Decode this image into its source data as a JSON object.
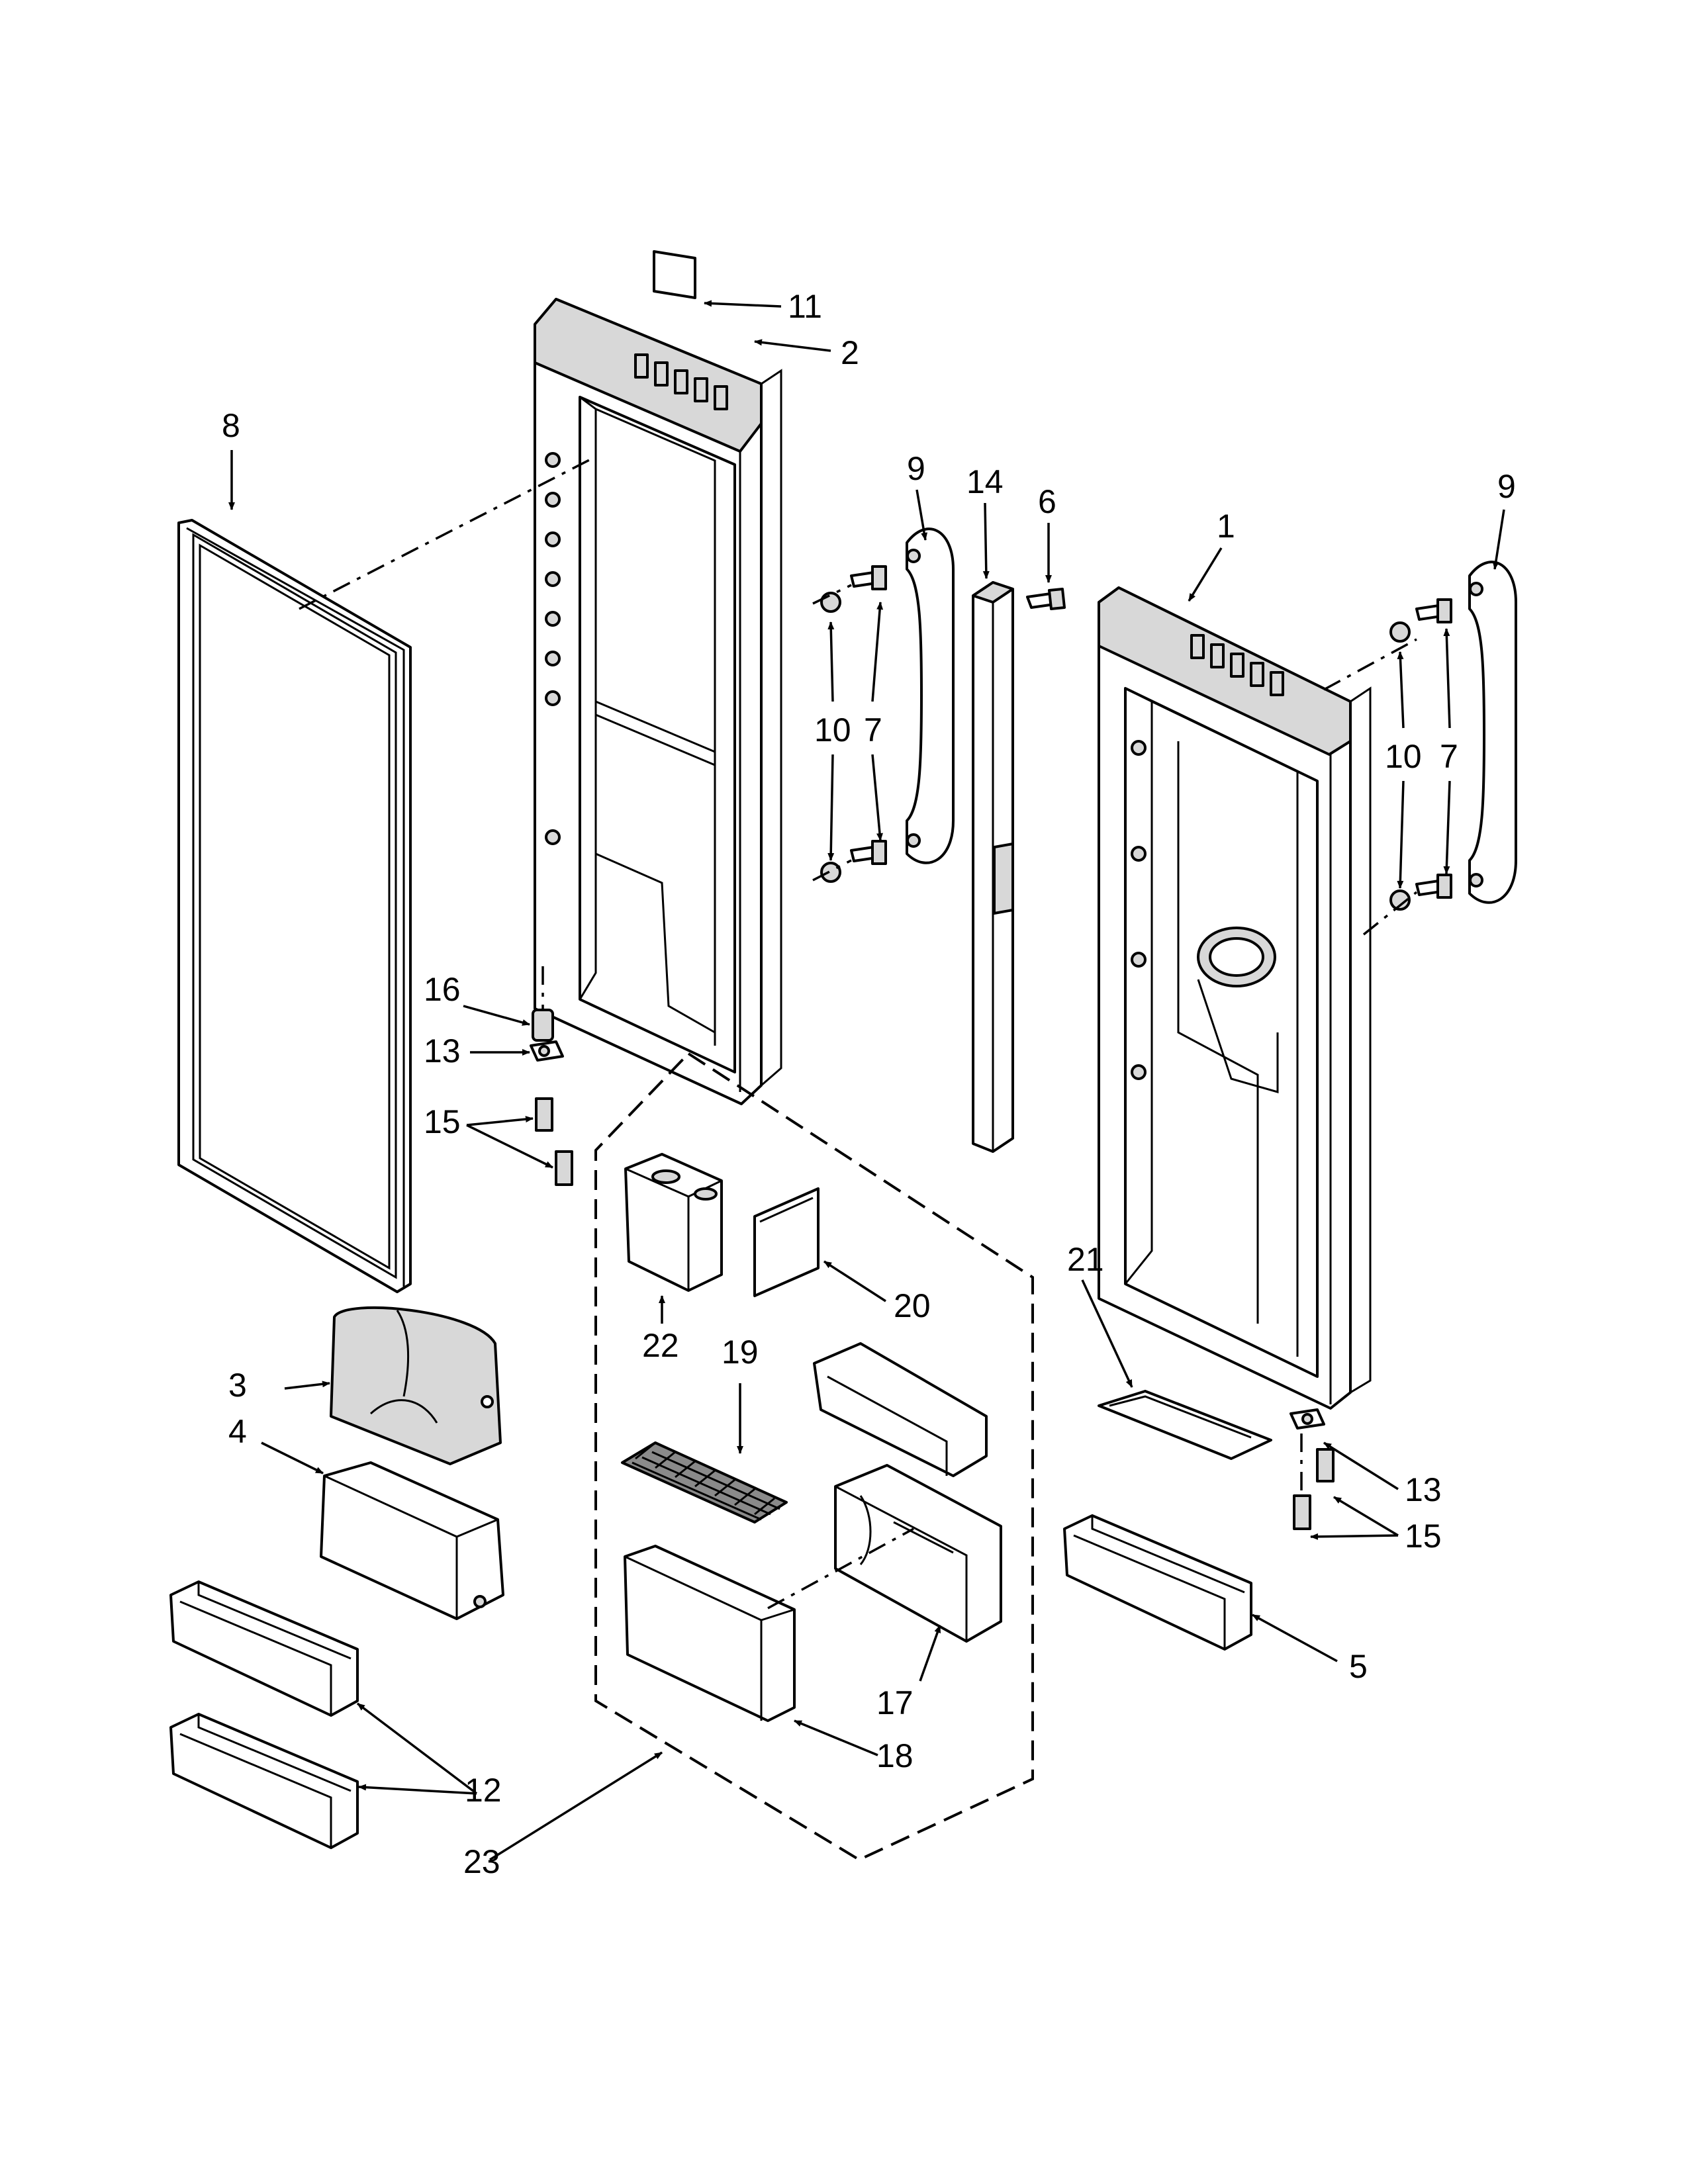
{
  "diagram": {
    "callouts": [
      {
        "id": "c1",
        "label": "1"
      },
      {
        "id": "c2",
        "label": "2"
      },
      {
        "id": "c3",
        "label": "3"
      },
      {
        "id": "c4",
        "label": "4"
      },
      {
        "id": "c5",
        "label": "5"
      },
      {
        "id": "c6",
        "label": "6"
      },
      {
        "id": "c7a",
        "label": "7"
      },
      {
        "id": "c7b",
        "label": "7"
      },
      {
        "id": "c8",
        "label": "8"
      },
      {
        "id": "c9a",
        "label": "9"
      },
      {
        "id": "c9b",
        "label": "9"
      },
      {
        "id": "c10a",
        "label": "10"
      },
      {
        "id": "c10b",
        "label": "10"
      },
      {
        "id": "c11",
        "label": "11"
      },
      {
        "id": "c12",
        "label": "12"
      },
      {
        "id": "c13a",
        "label": "13"
      },
      {
        "id": "c13b",
        "label": "13"
      },
      {
        "id": "c14",
        "label": "14"
      },
      {
        "id": "c15a",
        "label": "15"
      },
      {
        "id": "c15b",
        "label": "15"
      },
      {
        "id": "c16",
        "label": "16"
      },
      {
        "id": "c17",
        "label": "17"
      },
      {
        "id": "c18",
        "label": "18"
      },
      {
        "id": "c19",
        "label": "19"
      },
      {
        "id": "c20",
        "label": "20"
      },
      {
        "id": "c21",
        "label": "21"
      },
      {
        "id": "c22",
        "label": "22"
      },
      {
        "id": "c23",
        "label": "23"
      }
    ]
  }
}
